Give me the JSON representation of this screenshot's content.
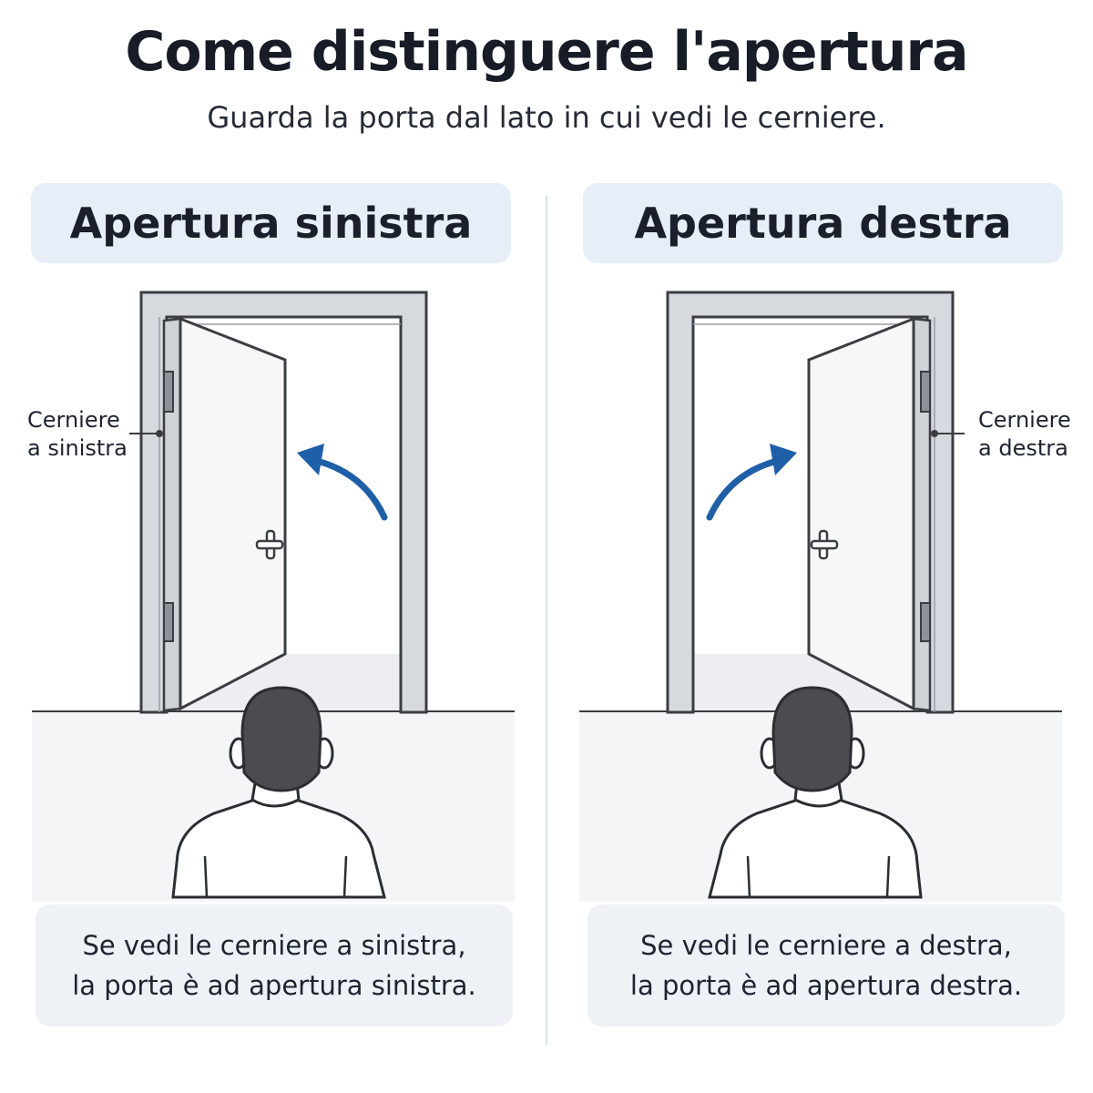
{
  "header": {
    "title": "Come distinguere l'apertura",
    "subtitle": "Guarda la porta dal lato in cui vedi le cerniere."
  },
  "panels": [
    {
      "heading": "Apertura sinistra",
      "hinge_label": [
        "Cerniere",
        "a sinistra"
      ],
      "caption": [
        "Se vedi le cerniere a sinistra,",
        "la porta è ad apertura sinistra."
      ]
    },
    {
      "heading": "Apertura destra",
      "hinge_label": [
        "Cerniere",
        "a destra"
      ],
      "caption": [
        "Se vedi le cerniere a destra,",
        "la porta è ad apertura destra."
      ]
    }
  ],
  "colors": {
    "arrow": "#1f5fa8",
    "header_bg": "#e7eef8",
    "caption_bg": "#eef1f6",
    "frame": "#d6d9de",
    "head_hair": "#4a4c50"
  }
}
